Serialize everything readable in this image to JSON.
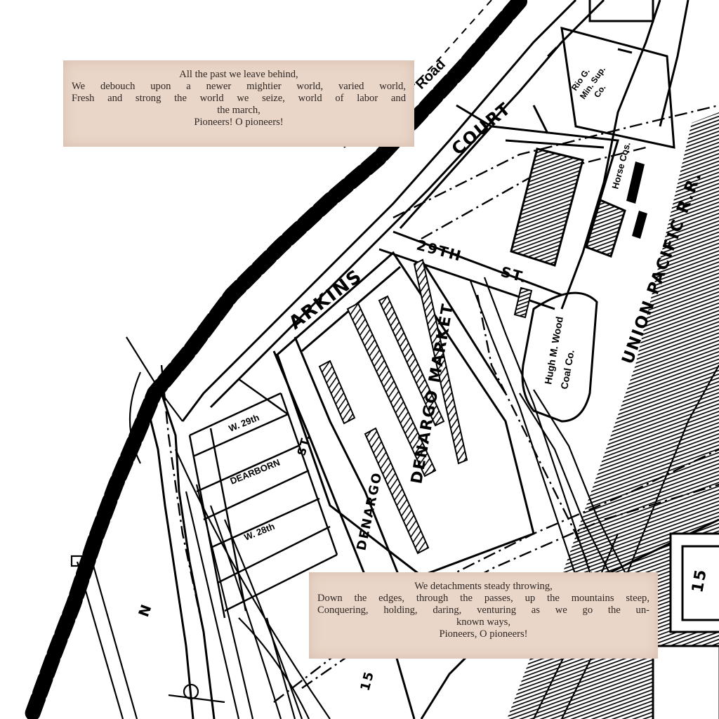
{
  "map": {
    "labels": {
      "arkins": "ARKINS",
      "court": "COURT",
      "road": "Road",
      "st_29": "29TH",
      "st": "ST.",
      "denargo_market": "DENARGO MARKET",
      "denargo": "DENARGO",
      "union_pacific": "UNION PACIFIC R.R.",
      "hugh_wood": "Hugh M. Wood",
      "coal_co": "Coal Co.",
      "horse": "Horse Cos.",
      "mill_1": "Rio G.",
      "mill_2": "Min. Sup.",
      "mill_3": "Co.",
      "w_29th": "W. 29th",
      "dearborn": "DEARBORN",
      "st_small": "ST.",
      "w_28th": "W. 28th",
      "n_letter": "N",
      "num_15a": "15",
      "num_15b": "15"
    }
  },
  "clippings": [
    {
      "lines": [
        "All the past we leave behind,",
        "We debouch upon a newer mightier world, varied world,",
        "Fresh and strong the world we seize, world of labor and",
        "the march,",
        "Pioneers! O pioneers!"
      ]
    },
    {
      "lines": [
        "We detachments steady throwing,",
        "Down the edges, through the passes, up the mountains steep,",
        "Conquering, holding, daring, venturing as we go the un-",
        "known ways,",
        "Pioneers, O pioneers!"
      ]
    }
  ]
}
